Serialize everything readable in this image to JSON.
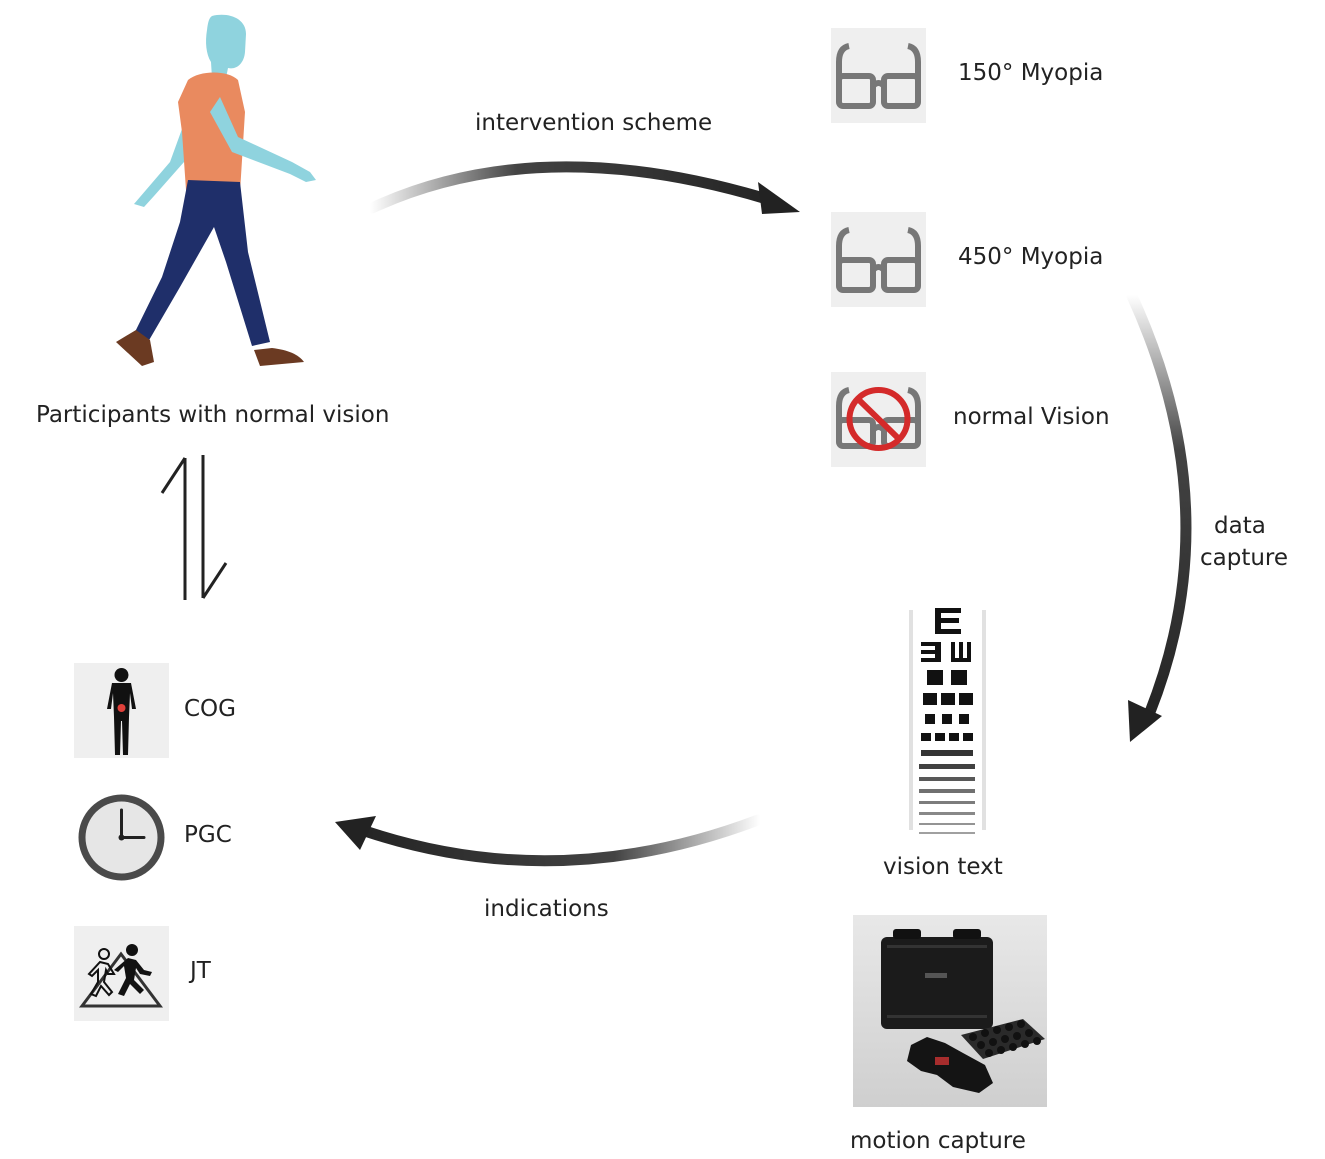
{
  "labels": {
    "participants": "Participants with normal vision",
    "intervention": "intervention scheme",
    "myopia150": "150° Myopia",
    "myopia450": "450° Myopia",
    "normal_vision": "normal Vision",
    "data_capture_line1": "data",
    "data_capture_line2": "capture",
    "vision_text": "vision text",
    "motion_capture": "motion capture",
    "indications": "indications",
    "cog": "COG",
    "pgc": "PGC",
    "jt": "JT"
  },
  "colors": {
    "arrow": "#222222",
    "icon_bg": "#efefef",
    "glasses": "#777777",
    "prohibit": "#d42a2a",
    "skin": "#8fd3de",
    "shirt": "#e98a5f",
    "pants": "#1f2f6a",
    "shoes": "#6b3a22",
    "cog_marker": "#e0403a"
  },
  "icons": {
    "walker": "walking-person-illustration",
    "glasses": "glasses-icon",
    "no_glasses": "no-glasses-icon",
    "chart": "eye-chart-icon",
    "motion": "motion-capture-kit-photo",
    "body": "human-body-icon",
    "clock": "clock-icon",
    "runner": "running-person-icon"
  }
}
